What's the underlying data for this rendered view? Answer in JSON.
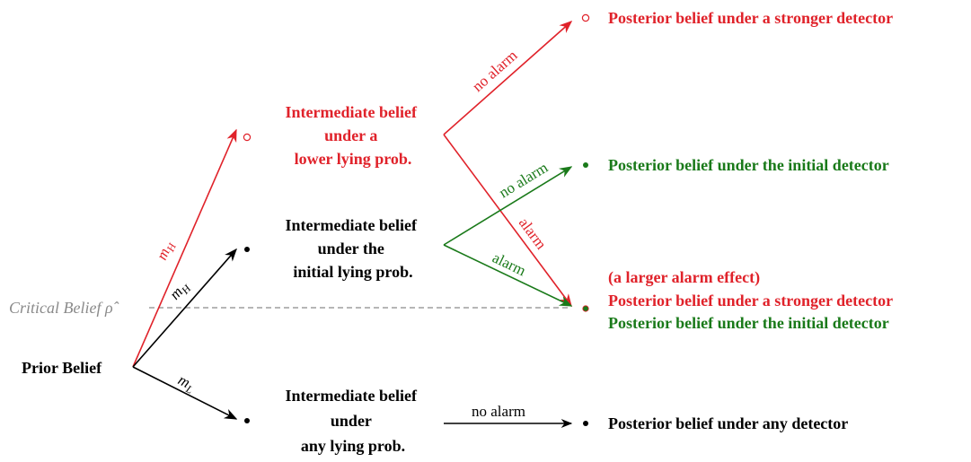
{
  "colors": {
    "red": "#e0222a",
    "green": "#1a7a1a",
    "black": "#000000",
    "gray": "#8a8a8a"
  },
  "prior": {
    "label": "Prior Belief"
  },
  "critical": {
    "label": "Critical Belief ρ̂"
  },
  "branches": {
    "upper_red_msg": "m_H",
    "mid_black_msg": "m_H",
    "lower_black_msg": "m_L"
  },
  "intermediate": {
    "red": {
      "lines": [
        "Intermediate belief",
        "under a",
        "lower lying prob."
      ]
    },
    "black_mid": {
      "lines": [
        "Intermediate belief",
        "under the",
        "initial lying prob."
      ]
    },
    "black_low": {
      "lines": [
        "Intermediate belief",
        "under",
        "any lying prob."
      ]
    }
  },
  "edges": {
    "red_no_alarm": "no alarm",
    "red_alarm": "alarm",
    "green_no_alarm": "no alarm",
    "green_alarm": "alarm",
    "black_no_alarm": "no alarm"
  },
  "posteriors": {
    "top_red": "Posterior belief under a stronger detector",
    "mid_green": "Posterior belief under the initial detector",
    "effect_note": "(a larger alarm effect)",
    "crit_red": "Posterior belief under a stronger detector",
    "crit_green": "Posterior belief under the initial detector",
    "bottom_black": "Posterior belief under any detector"
  }
}
